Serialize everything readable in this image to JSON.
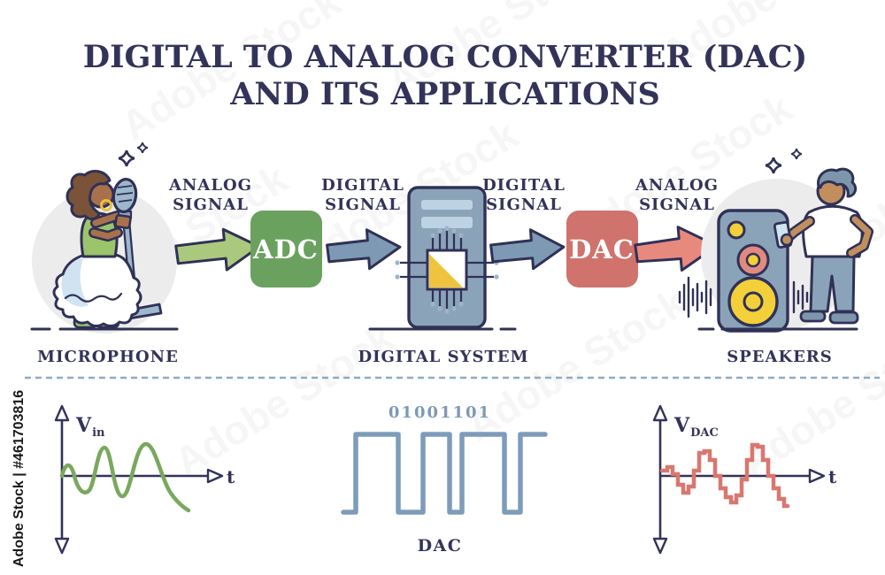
{
  "watermark": {
    "label": "Adobe Stock | #461703816",
    "ghost": "Adobe Stock"
  },
  "title": {
    "line1": "DIGITAL TO ANALOG CONVERTER (DAC)",
    "line2": "AND ITS APPLICATIONS"
  },
  "flow": {
    "analog_signal_in": {
      "line1": "ANALOG",
      "line2": "SIGNAL"
    },
    "digital_signal_1": {
      "line1": "DIGITAL",
      "line2": "SIGNAL"
    },
    "digital_signal_2": {
      "line1": "DIGITAL",
      "line2": "SIGNAL"
    },
    "analog_signal_out": {
      "line1": "ANALOG",
      "line2": "SIGNAL"
    },
    "adc_box": "ADC",
    "dac_box": "DAC"
  },
  "captions": {
    "microphone": "MICROPHONE",
    "digital_system": "DIGITAL SYSTEM",
    "speakers": "SPEAKERS"
  },
  "graphs": {
    "input": {
      "v": "V",
      "sub": "in",
      "t": "t",
      "waveform": "analog sine wave with increasing amplitude"
    },
    "digital": {
      "bits": "01001101",
      "caption": "DAC",
      "waveform": "square wave bitstream"
    },
    "output": {
      "v": "V",
      "sub": "DAC",
      "t": "t",
      "waveform": "stepped staircase approximation of sine"
    }
  },
  "colors": {
    "outline_navy": "#2f3156",
    "text_navy": "#33335a",
    "adc_green": "#6ba15f",
    "arrow_green": "#abc97d",
    "steel_blue": "#7e99b3",
    "tower_blue": "#8ba3b8",
    "dac_salmon": "#d0736c",
    "arrow_salmon": "#e8897e",
    "wave_green": "#79a85e",
    "wave_blue": "#7d9cba",
    "wave_salmon": "#d9776f",
    "accent_yellow": "#f3cf3a",
    "bg_circle_gray": "#ececec"
  }
}
